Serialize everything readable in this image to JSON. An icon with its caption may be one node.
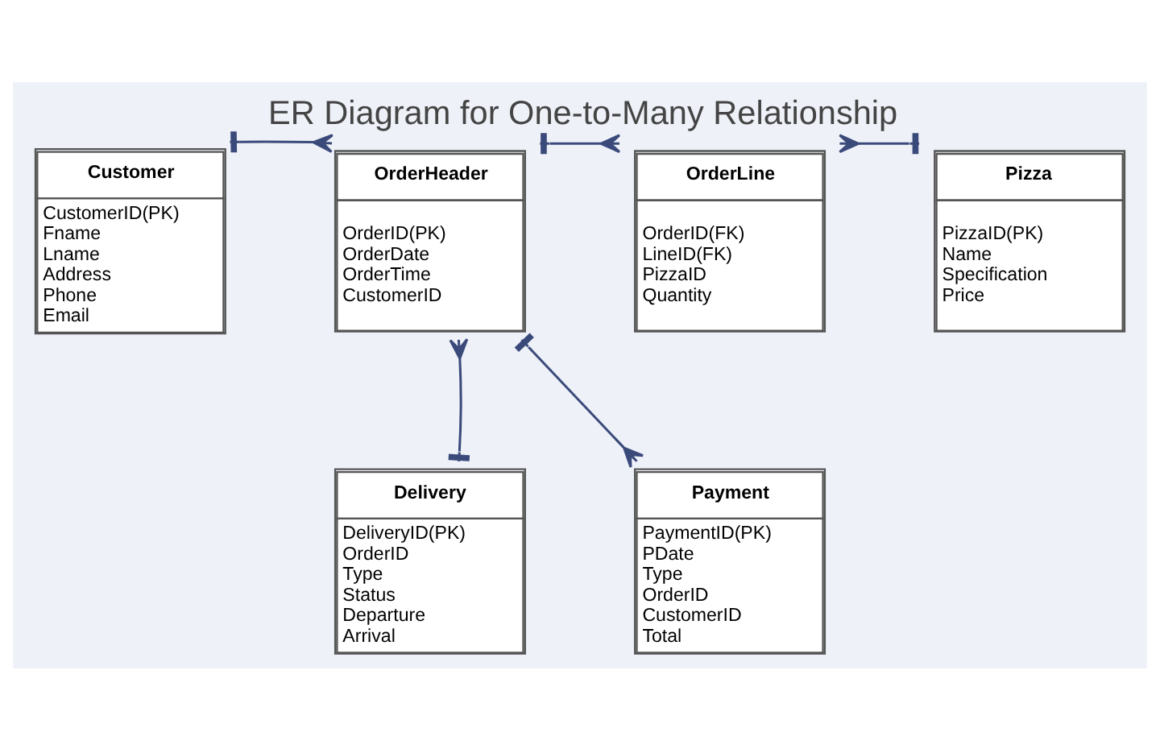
{
  "diagram": {
    "title": "ER Diagram for One-to-Many Relationship",
    "nodes": [
      {
        "text": [
          "Customer",
          "CustomerID(PK)",
          "Fname",
          "Lname",
          "Address",
          "Phone",
          "Email"
        ]
      },
      {
        "text": [
          "OrderHeader",
          "OrderID(PK)",
          "OrderDate",
          "OrderTime",
          "CustomerID"
        ]
      },
      {
        "text": [
          "OrderLine",
          "OrderID(FK)",
          "LineID(FK)",
          "PizzaID",
          "Quantity"
        ]
      },
      {
        "text": [
          "Pizza",
          "PizzaID(PK)",
          "Name",
          "Specification",
          "Price"
        ]
      },
      {
        "text": [
          "Delivery",
          "DeliveryID(PK)",
          "OrderID",
          "Type",
          "Status",
          "Departure",
          "Arrival"
        ]
      },
      {
        "text": [
          "Payment",
          "PaymentID(PK)",
          "PDate",
          "Type",
          "OrderID",
          "CustomerID",
          "Total"
        ]
      }
    ],
    "edges": [
      {
        "from": 0,
        "to": 1,
        "arrow": "other"
      },
      {
        "from": 1,
        "to": 2,
        "arrow": "other"
      },
      {
        "from": 3,
        "to": 2,
        "arrow": "other"
      },
      {
        "from": 4,
        "to": 1,
        "arrow": "other"
      },
      {
        "from": 1,
        "to": 5,
        "arrow": "other"
      }
    ]
  }
}
